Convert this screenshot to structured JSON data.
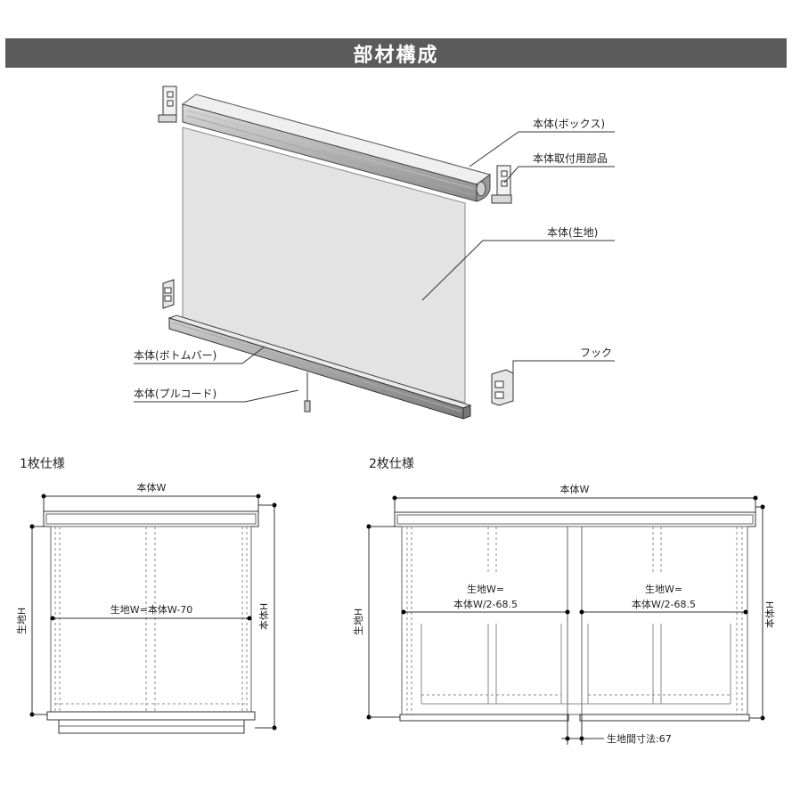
{
  "header": {
    "title": "部材構成"
  },
  "parts": {
    "box": "本体(ボックス)",
    "bracket": "本体取付用部品",
    "fabric": "本体(生地)",
    "bottom_bar": "本体(ボトムバー)",
    "pull_cord": "本体(プルコード)",
    "hook": "フック"
  },
  "single": {
    "title": "1枚仕様",
    "width_label": "本体W",
    "fabric_width": "生地W=本体W-70",
    "fabric_height": "生地H",
    "body_height": "本体H"
  },
  "double": {
    "title": "2枚仕様",
    "width_label": "本体W",
    "fabric_width_left_1": "生地W=",
    "fabric_width_left_2": "本体W/2-68.5",
    "fabric_width_right_1": "生地W=",
    "fabric_width_right_2": "本体W/2-68.5",
    "fabric_height": "生地H",
    "body_height": "本体H",
    "gap": "生地間寸法:67"
  }
}
